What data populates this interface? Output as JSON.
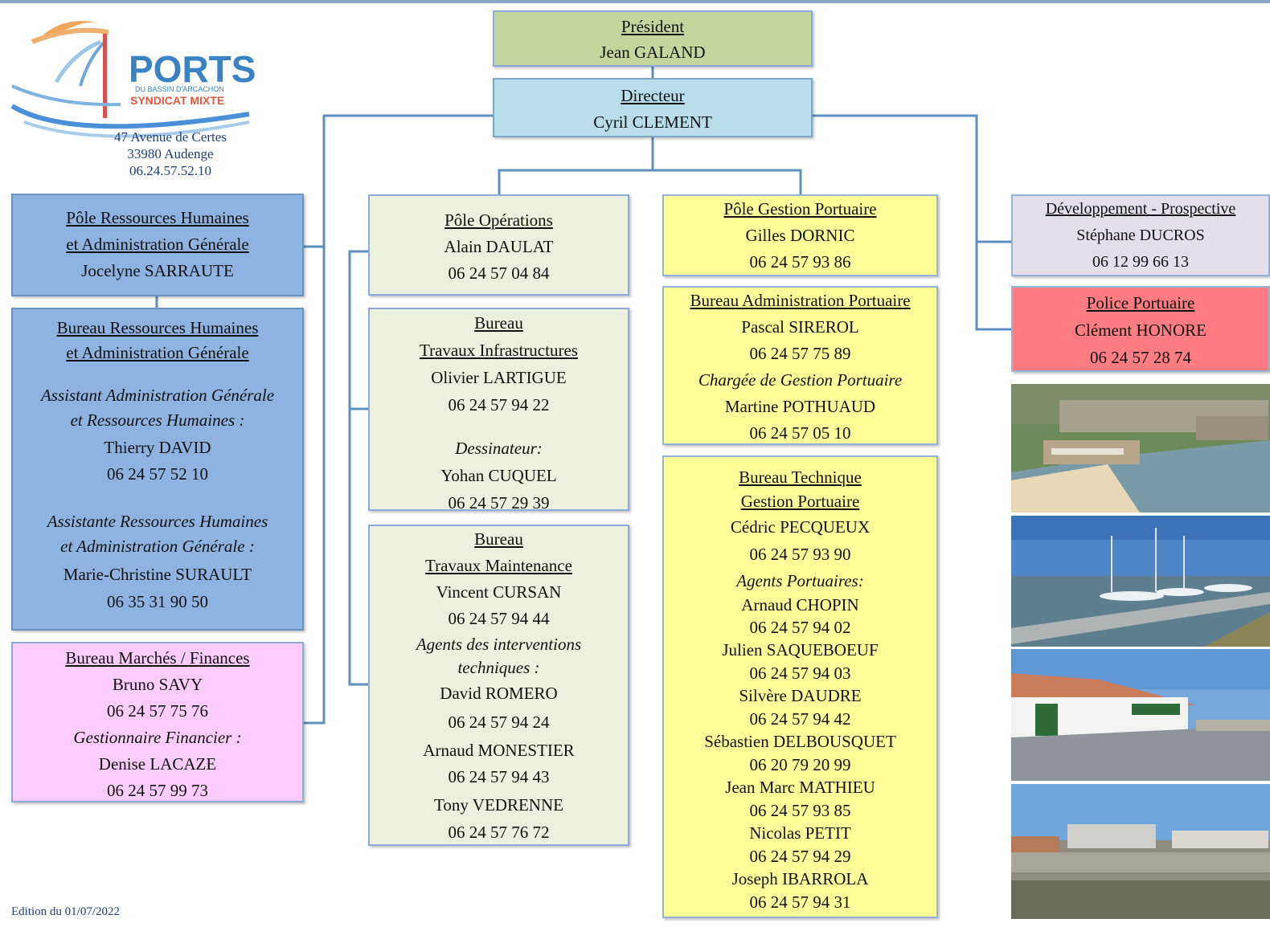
{
  "logo": {
    "brand": "PORTS",
    "sub1": "DU BASSIN D'ARCACHON",
    "sub2": "SYNDICAT MIXTE",
    "address": [
      "47 Avenue de Certes",
      "33980 Audenge",
      "06.24.57.52.10"
    ]
  },
  "president": {
    "title": "Président",
    "name": "Jean GALAND"
  },
  "directeur": {
    "title": "Directeur",
    "name": "Cyril CLEMENT"
  },
  "rh": {
    "title1": "Pôle Ressources Humaines",
    "title2": "et Administration Générale",
    "name": "Jocelyne SARRAUTE"
  },
  "bureau_rh": {
    "title1": "Bureau Ressources Humaines",
    "title2": "et Administration Générale",
    "role1a": "Assistant Administration Générale",
    "role1b": "et Ressources Humaines :",
    "name1": "Thierry DAVID",
    "phone1": "06 24 57 52 10",
    "role2a": "Assistante Ressources Humaines",
    "role2b": "et Administration Générale :",
    "name2": "Marie-Christine  SURAULT",
    "phone2": "06 35 31 90 50"
  },
  "marches": {
    "title": "Bureau Marchés / Finances",
    "name1": "Bruno SAVY",
    "phone1": "06 24 57 75 76",
    "role2": "Gestionnaire Financier :",
    "name2": "Denise LACAZE",
    "phone2": "06 24 57 99 73"
  },
  "operations": {
    "title": "Pôle Opérations",
    "name": "Alain DAULAT",
    "phone": "06 24 57 04 84"
  },
  "infra": {
    "title1": "Bureau",
    "title2": "Travaux Infrastructures",
    "name1": "Olivier LARTIGUE",
    "phone1": "06 24 57 94 22",
    "role2": "Dessinateur:",
    "name2": "Yohan CUQUEL",
    "phone2": "06 24 57 29 39"
  },
  "maintenance": {
    "title1": "Bureau",
    "title2": "Travaux Maintenance",
    "name1": "Vincent CURSAN",
    "phone1": "06 24 57 94 44",
    "role2a": "Agents des interventions",
    "role2b": "techniques :",
    "agents": [
      {
        "name": "David ROMERO",
        "phone": "06 24 57 94 24"
      },
      {
        "name": "Arnaud MONESTIER",
        "phone": "06 24 57 94 43"
      },
      {
        "name": "Tony VEDRENNE",
        "phone": "06 24 57 76 72"
      }
    ]
  },
  "gestion": {
    "title": "Pôle Gestion Portuaire",
    "name": "Gilles DORNIC",
    "phone": "06 24 57 93 86"
  },
  "admin_portuaire": {
    "title": "Bureau Administration Portuaire",
    "name1": "Pascal SIREROL",
    "phone1": "06 24 57 75 89",
    "role2": "Chargée de Gestion Portuaire",
    "name2": "Martine POTHUAUD",
    "phone2": "06 24 57 05 10"
  },
  "technique": {
    "title1": "Bureau Technique",
    "title2": "Gestion Portuaire",
    "name1": "Cédric PECQUEUX",
    "phone1": "06 24 57 93 90",
    "role2": "Agents Portuaires:",
    "agents": [
      {
        "name": "Arnaud CHOPIN",
        "phone": "06 24 57  94 02"
      },
      {
        "name": "Julien SAQUEBOEUF",
        "phone": "06 24 57 94 03"
      },
      {
        "name": "Silvère DAUDRE",
        "phone": "06 24 57 94 42"
      },
      {
        "name": "Sébastien DELBOUSQUET",
        "phone": "06 20 79 20 99"
      },
      {
        "name": "Jean Marc MATHIEU",
        "phone": "06 24 57 93 85"
      },
      {
        "name": "Nicolas PETIT",
        "phone": "06 24 57 94 29"
      },
      {
        "name": "Joseph IBARROLA",
        "phone": "06 24 57 94 31"
      }
    ]
  },
  "developpement": {
    "title": "Développement - Prospective",
    "name": "Stéphane DUCROS",
    "phone": "06 12 99 66 13"
  },
  "police": {
    "title": "Police Portuaire",
    "name": "Clément HONORE",
    "phone": "06 24 57 28 74"
  },
  "edition": "Edition du 01/07/2022",
  "colors": {
    "connector": "#5f8fc0",
    "president": "#c3d69b",
    "directeur": "#b7dde8",
    "rh": "#8db3e2",
    "operations": "#ebf1de",
    "gestion": "#ffff99",
    "developpement": "#e5dfec",
    "police": "#ff7c80",
    "marches": "#ffccff"
  }
}
